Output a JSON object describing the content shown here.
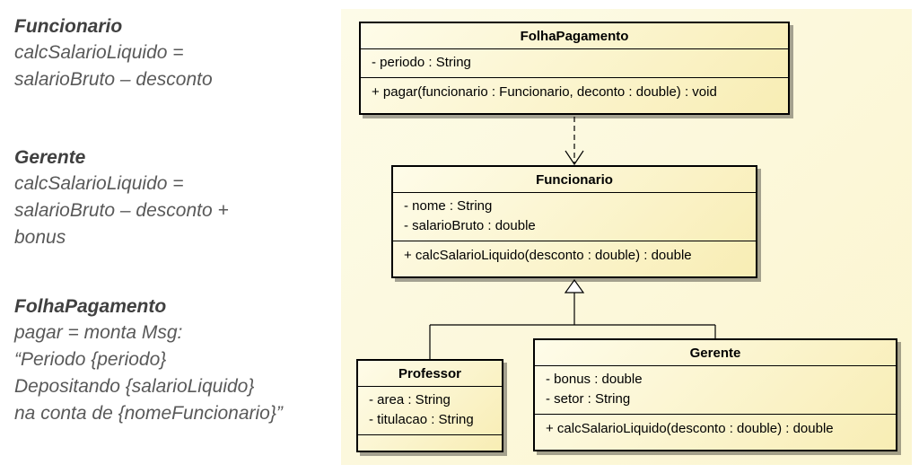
{
  "notes": [
    {
      "title": "Funcionario",
      "text": "calcSalarioLiquido =\nsalarioBruto – desconto"
    },
    {
      "title": "Gerente",
      "text": "calcSalarioLiquido =\nsalarioBruto – desconto +\nbonus"
    },
    {
      "title": "FolhaPagamento",
      "text": "pagar = monta Msg:\n“Periodo {periodo}\nDepositando {salarioLiquido}\nna conta de {nomeFuncionario}”"
    }
  ],
  "classes": {
    "folha": {
      "name": "FolhaPagamento",
      "attributes": [
        "- periodo : String"
      ],
      "operations": [
        "+ pagar(funcionario : Funcionario, deconto : double) : void"
      ]
    },
    "funcionario": {
      "name": "Funcionario",
      "attributes": [
        "- nome : String",
        "- salarioBruto : double"
      ],
      "operations": [
        "+ calcSalarioLiquido(desconto : double) : double"
      ]
    },
    "professor": {
      "name": "Professor",
      "attributes": [
        "- area : String",
        "- titulacao : String"
      ],
      "operations": []
    },
    "gerente": {
      "name": "Gerente",
      "attributes": [
        "- bonus : double",
        "- setor : String"
      ],
      "operations": [
        "+ calcSalarioLiquido(desconto : double) : double"
      ]
    }
  },
  "relationships": [
    {
      "type": "dependency",
      "from": "FolhaPagamento",
      "to": "Funcionario"
    },
    {
      "type": "generalization",
      "from": "Professor",
      "to": "Funcionario"
    },
    {
      "type": "generalization",
      "from": "Gerente",
      "to": "Funcionario"
    }
  ],
  "colors": {
    "canvas": "#fbf5cf",
    "class_fill": "#f8edb4",
    "note_text": "#595959"
  }
}
